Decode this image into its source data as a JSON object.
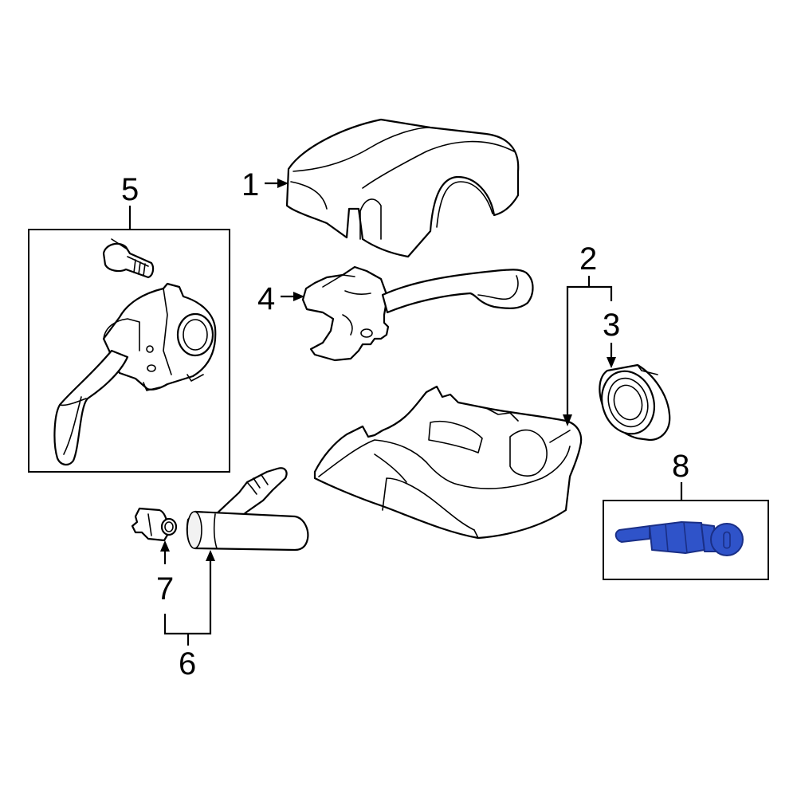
{
  "callouts": {
    "c1": "1",
    "c2": "2",
    "c3": "3",
    "c4": "4",
    "c5": "5",
    "c6": "6",
    "c7": "7",
    "c8": "8"
  },
  "colors": {
    "line": "#000000",
    "background": "#ffffff",
    "highlight_fill": "#2f53c9",
    "highlight_stroke": "#1a2f86"
  },
  "highlighted_part": "8",
  "icons": {
    "p1": "steering-column-upper-shroud",
    "p2": "steering-column-lower-shroud",
    "p3": "ignition-lock-bezel",
    "p4": "wiper-switch",
    "p5": "turn-signal-switch-with-screw",
    "p6": "shift-lever-knob-assembly",
    "p7": "lamp-socket",
    "p8": "ignition-lock-cylinder"
  }
}
